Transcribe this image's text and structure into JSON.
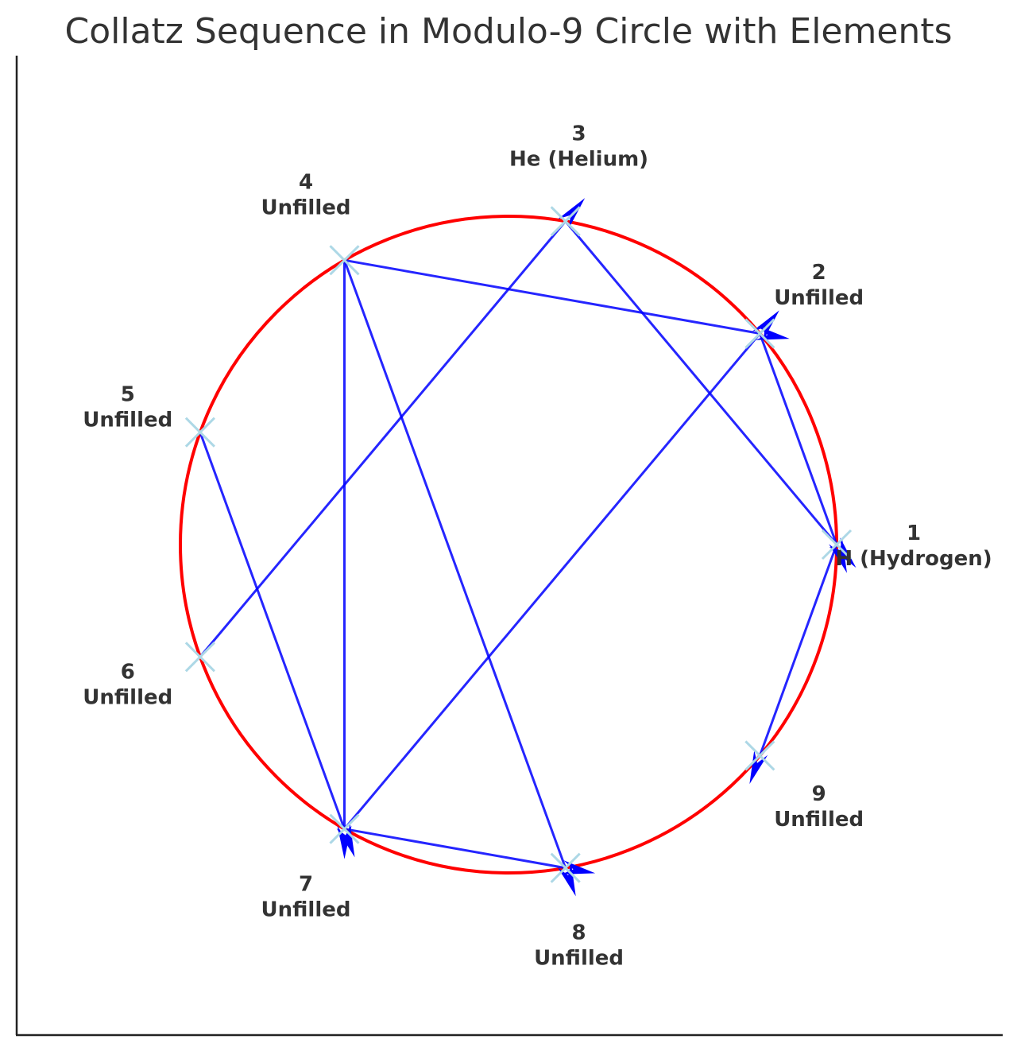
{
  "chart_data": {
    "type": "diagram",
    "title": "Collatz Sequence in Modulo-9 Circle with Elements",
    "nodes": [
      {
        "number": "1",
        "label": "H (Hydrogen)"
      },
      {
        "number": "2",
        "label": "Unfilled"
      },
      {
        "number": "3",
        "label": "He (Helium)"
      },
      {
        "number": "4",
        "label": "Unfilled"
      },
      {
        "number": "5",
        "label": "Unfilled"
      },
      {
        "number": "6",
        "label": "Unfilled"
      },
      {
        "number": "7",
        "label": "Unfilled"
      },
      {
        "number": "8",
        "label": "Unfilled"
      },
      {
        "number": "9",
        "label": "Unfilled"
      }
    ],
    "edges": [
      [
        4,
        2
      ],
      [
        2,
        1
      ],
      [
        3,
        1
      ],
      [
        1,
        9
      ],
      [
        4,
        7
      ],
      [
        4,
        8
      ],
      [
        7,
        8
      ],
      [
        7,
        2
      ],
      [
        5,
        7
      ],
      [
        6,
        3
      ]
    ],
    "colors": {
      "circle": "#ff0000",
      "edges": "#0000ff",
      "markers": "#add8e6",
      "axes": "#222222",
      "text": "#333333"
    },
    "grid": false
  }
}
